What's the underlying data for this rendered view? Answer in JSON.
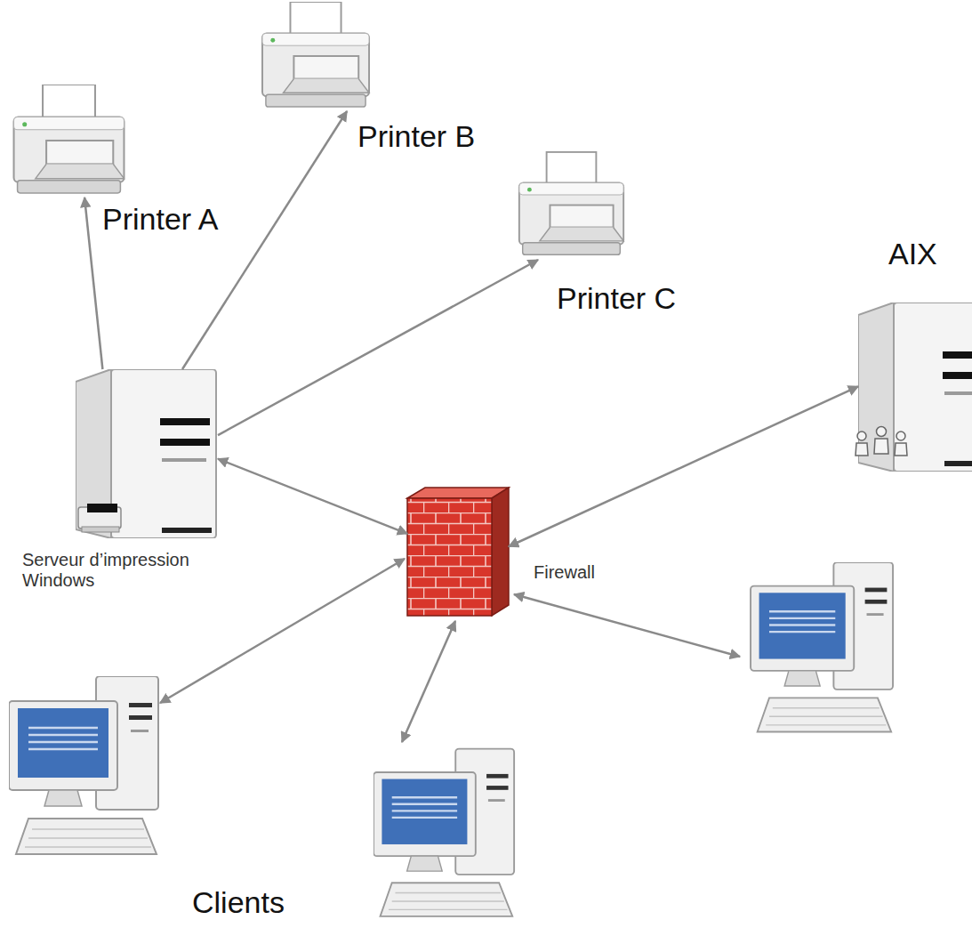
{
  "diagram": {
    "nodes": [
      {
        "text": [
          "Printer B"
        ]
      },
      {
        "text": [
          "Printer A"
        ]
      },
      {
        "text": [
          "AIX"
        ]
      },
      {
        "text": [
          "Printer C"
        ]
      },
      {
        "text": [
          "Serveur d’impression Windows"
        ]
      },
      {
        "text": [
          "Firewall"
        ]
      }
    ],
    "edges": [
      {
        "from": 4,
        "to": 1,
        "arrow": "to"
      },
      {
        "from": 4,
        "to": 0,
        "arrow": "to"
      },
      {
        "from": 4,
        "to": 3,
        "arrow": "to"
      },
      {
        "from": 4,
        "to": 5,
        "arrow": "both"
      },
      {
        "from": 5,
        "to": 2,
        "arrow": "both"
      }
    ],
    "labels": [
      "Clients"
    ]
  }
}
